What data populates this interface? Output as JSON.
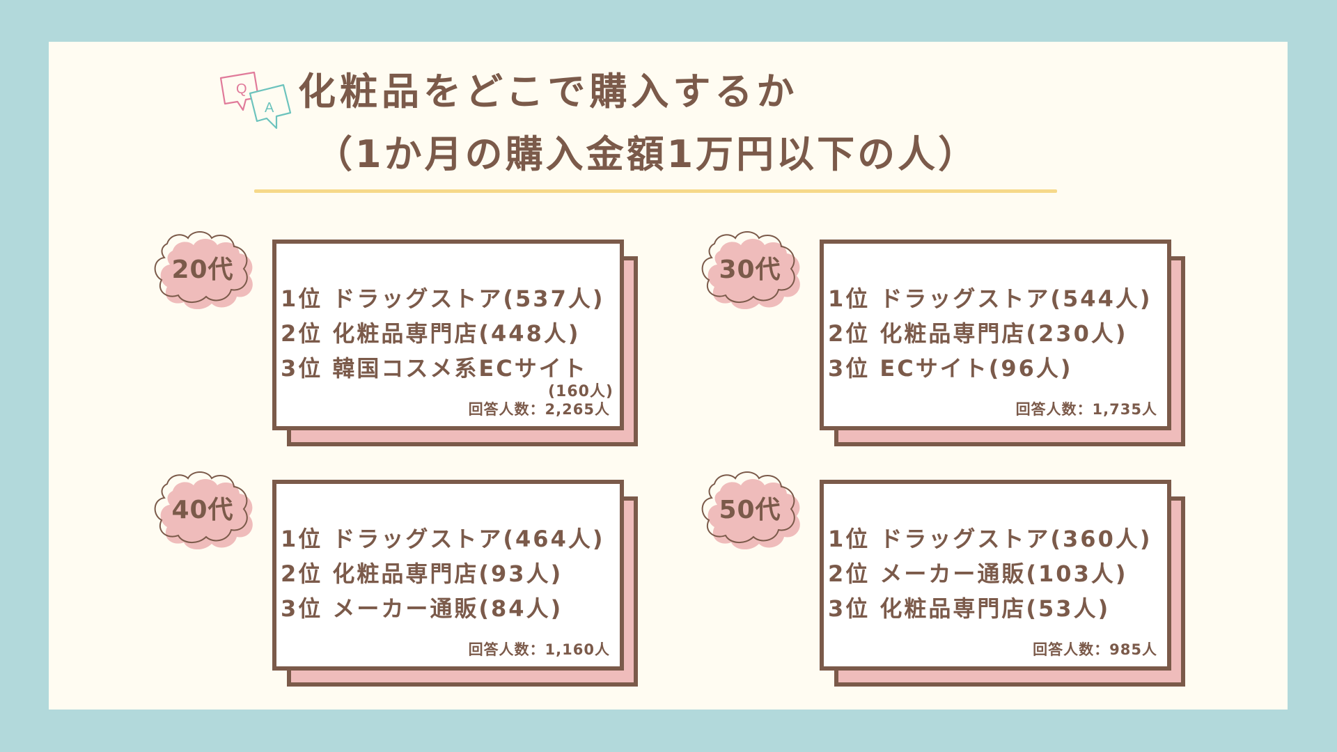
{
  "title": {
    "line1": "化粧品をどこで購入するか",
    "line2": "（1か月の購入金額1万円以下の人）",
    "icon_q": "Q",
    "icon_a": "A"
  },
  "colors": {
    "outer_bg": "#b2d9db",
    "panel_bg": "#fffcf2",
    "text": "#7b5a4a",
    "accent_pink": "#efbcbb",
    "underline_yellow": "#f6d98a",
    "q_icon": "#e07a9a",
    "a_icon": "#6cc3bd"
  },
  "groups": [
    {
      "age": "20代",
      "ranks": [
        "1位 ドラッグストア(537人)",
        "2位 化粧品専門店(448人)",
        "3位 韓国コスメ系ECサイト"
      ],
      "rank3_sub": "(160人)",
      "respondents": "回答人数：2,265人"
    },
    {
      "age": "30代",
      "ranks": [
        "1位 ドラッグストア(544人)",
        "2位 化粧品専門店(230人)",
        "3位 ECサイト(96人)"
      ],
      "rank3_sub": "",
      "respondents": "回答人数：1,735人"
    },
    {
      "age": "40代",
      "ranks": [
        "1位 ドラッグストア(464人)",
        "2位 化粧品専門店(93人)",
        "3位 メーカー通販(84人)"
      ],
      "rank3_sub": "",
      "respondents": "回答人数：1,160人"
    },
    {
      "age": "50代",
      "ranks": [
        "1位 ドラッグストア(360人)",
        "2位 メーカー通販(103人)",
        "3位 化粧品専門店(53人)"
      ],
      "rank3_sub": "",
      "respondents": "回答人数：985人"
    }
  ]
}
